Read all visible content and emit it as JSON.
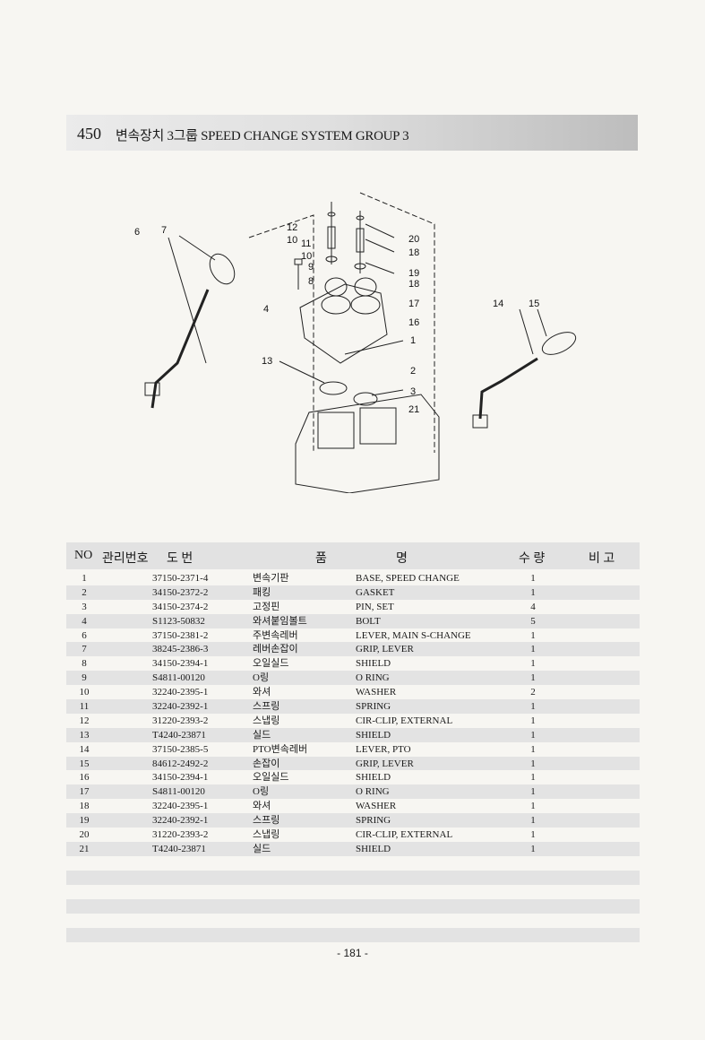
{
  "header": {
    "number": "450",
    "title": "변속장치 3그룹 SPEED CHANGE SYSTEM GROUP 3"
  },
  "diagram_callouts": [
    "6",
    "7",
    "12",
    "10",
    "11",
    "10",
    "9",
    "8",
    "4",
    "20",
    "18",
    "19",
    "18",
    "17",
    "16",
    "1",
    "14",
    "15",
    "13",
    "2",
    "3",
    "21"
  ],
  "table": {
    "headers": {
      "no": "NO",
      "mgmt": "관리번호",
      "drawing": "도 번",
      "name_a": "품",
      "name_b": "명",
      "qty": "수 량",
      "remark": "비 고"
    },
    "rows": [
      {
        "no": "1",
        "part": "37150-2371-4",
        "kor": "변속기판",
        "name": "BASE, SPEED CHANGE",
        "qty": "1"
      },
      {
        "no": "2",
        "part": "34150-2372-2",
        "kor": "패킹",
        "name": "GASKET",
        "qty": "1"
      },
      {
        "no": "3",
        "part": "34150-2374-2",
        "kor": "고정핀",
        "name": "PIN, SET",
        "qty": "4"
      },
      {
        "no": "4",
        "part": "S1123-50832",
        "kor": "와셔붙임볼트",
        "name": "BOLT",
        "qty": "5"
      },
      {
        "no": "6",
        "part": "37150-2381-2",
        "kor": "주변속레버",
        "name": "LEVER, MAIN S-CHANGE",
        "qty": "1"
      },
      {
        "no": "7",
        "part": "38245-2386-3",
        "kor": "레버손잡이",
        "name": "GRIP, LEVER",
        "qty": "1"
      },
      {
        "no": "8",
        "part": "34150-2394-1",
        "kor": "오일실드",
        "name": "SHIELD",
        "qty": "1"
      },
      {
        "no": "9",
        "part": "S4811-00120",
        "kor": "O링",
        "name": "O RING",
        "qty": "1"
      },
      {
        "no": "10",
        "part": "32240-2395-1",
        "kor": "와셔",
        "name": "WASHER",
        "qty": "2"
      },
      {
        "no": "11",
        "part": "32240-2392-1",
        "kor": "스프링",
        "name": "SPRING",
        "qty": "1"
      },
      {
        "no": "12",
        "part": "31220-2393-2",
        "kor": "스냅링",
        "name": "CIR-CLIP, EXTERNAL",
        "qty": "1"
      },
      {
        "no": "13",
        "part": "T4240-23871",
        "kor": "실드",
        "name": "SHIELD",
        "qty": "1"
      },
      {
        "no": "14",
        "part": "37150-2385-5",
        "kor": "PTO변속레버",
        "name": "LEVER, PTO",
        "qty": "1"
      },
      {
        "no": "15",
        "part": "84612-2492-2",
        "kor": "손잡이",
        "name": "GRIP, LEVER",
        "qty": "1"
      },
      {
        "no": "16",
        "part": "34150-2394-1",
        "kor": "오일실드",
        "name": "SHIELD",
        "qty": "1"
      },
      {
        "no": "17",
        "part": "S4811-00120",
        "kor": "O링",
        "name": "O RING",
        "qty": "1"
      },
      {
        "no": "18",
        "part": "32240-2395-1",
        "kor": "와셔",
        "name": "WASHER",
        "qty": "1"
      },
      {
        "no": "19",
        "part": "32240-2392-1",
        "kor": "스프링",
        "name": "SPRING",
        "qty": "1"
      },
      {
        "no": "20",
        "part": "31220-2393-2",
        "kor": "스냅링",
        "name": "CIR-CLIP, EXTERNAL",
        "qty": "1"
      },
      {
        "no": "21",
        "part": "T4240-23871",
        "kor": "실드",
        "name": "SHIELD",
        "qty": "1"
      }
    ]
  },
  "page_number": "- 181 -"
}
